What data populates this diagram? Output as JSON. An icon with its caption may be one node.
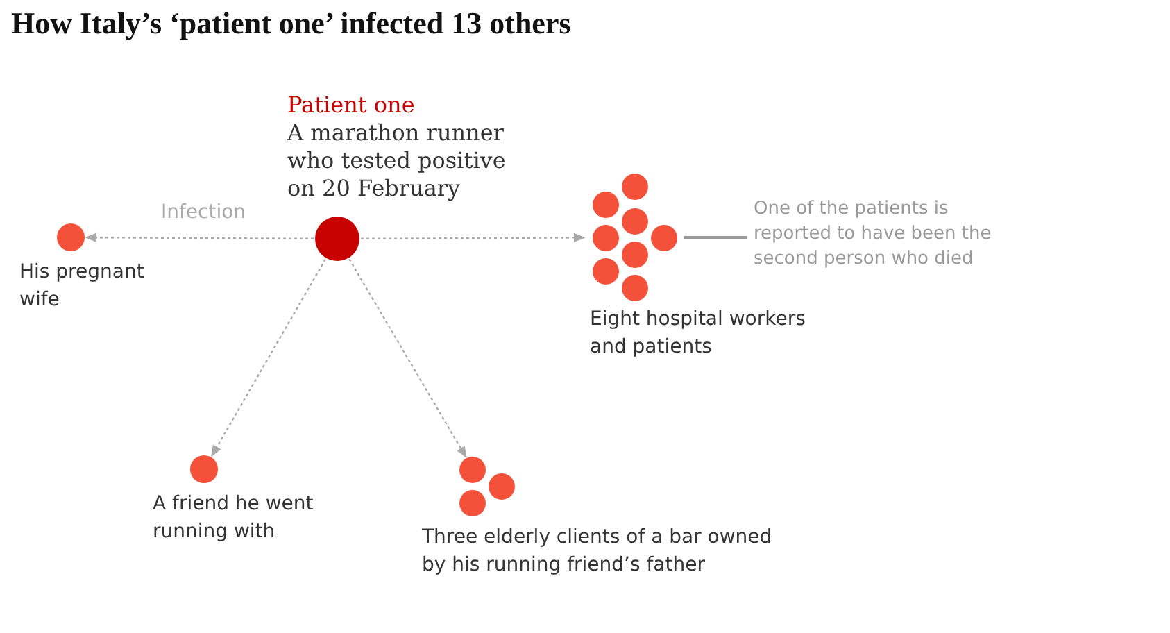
{
  "diagram": {
    "title": "How Italy’s ‘patient one’ infected 13 others",
    "nodes": [
      {
        "text": [
          "Patient one",
          "A marathon runner who tested positive on 20 February"
        ]
      },
      {
        "text": [
          "His pregnant wife"
        ]
      },
      {
        "text": [
          "Eight hospital workers and patients"
        ]
      },
      {
        "text": [
          "A friend he went running with"
        ]
      },
      {
        "text": [
          "Three elderly clients of a bar owned by his running friend’s father"
        ]
      },
      {
        "text": [
          "One of the patients is reported to have been the second person who died"
        ]
      }
    ],
    "edges": [
      {
        "from": 0,
        "to": 1,
        "arrow": "to",
        "label": "Infection",
        "style": "dashed"
      },
      {
        "from": 0,
        "to": 2,
        "arrow": "to",
        "style": "dashed"
      },
      {
        "from": 0,
        "to": 3,
        "arrow": "to",
        "style": "dashed"
      },
      {
        "from": 0,
        "to": 4,
        "arrow": "to",
        "style": "dashed"
      },
      {
        "from": 5,
        "to": 2,
        "arrow": "none"
      }
    ]
  }
}
